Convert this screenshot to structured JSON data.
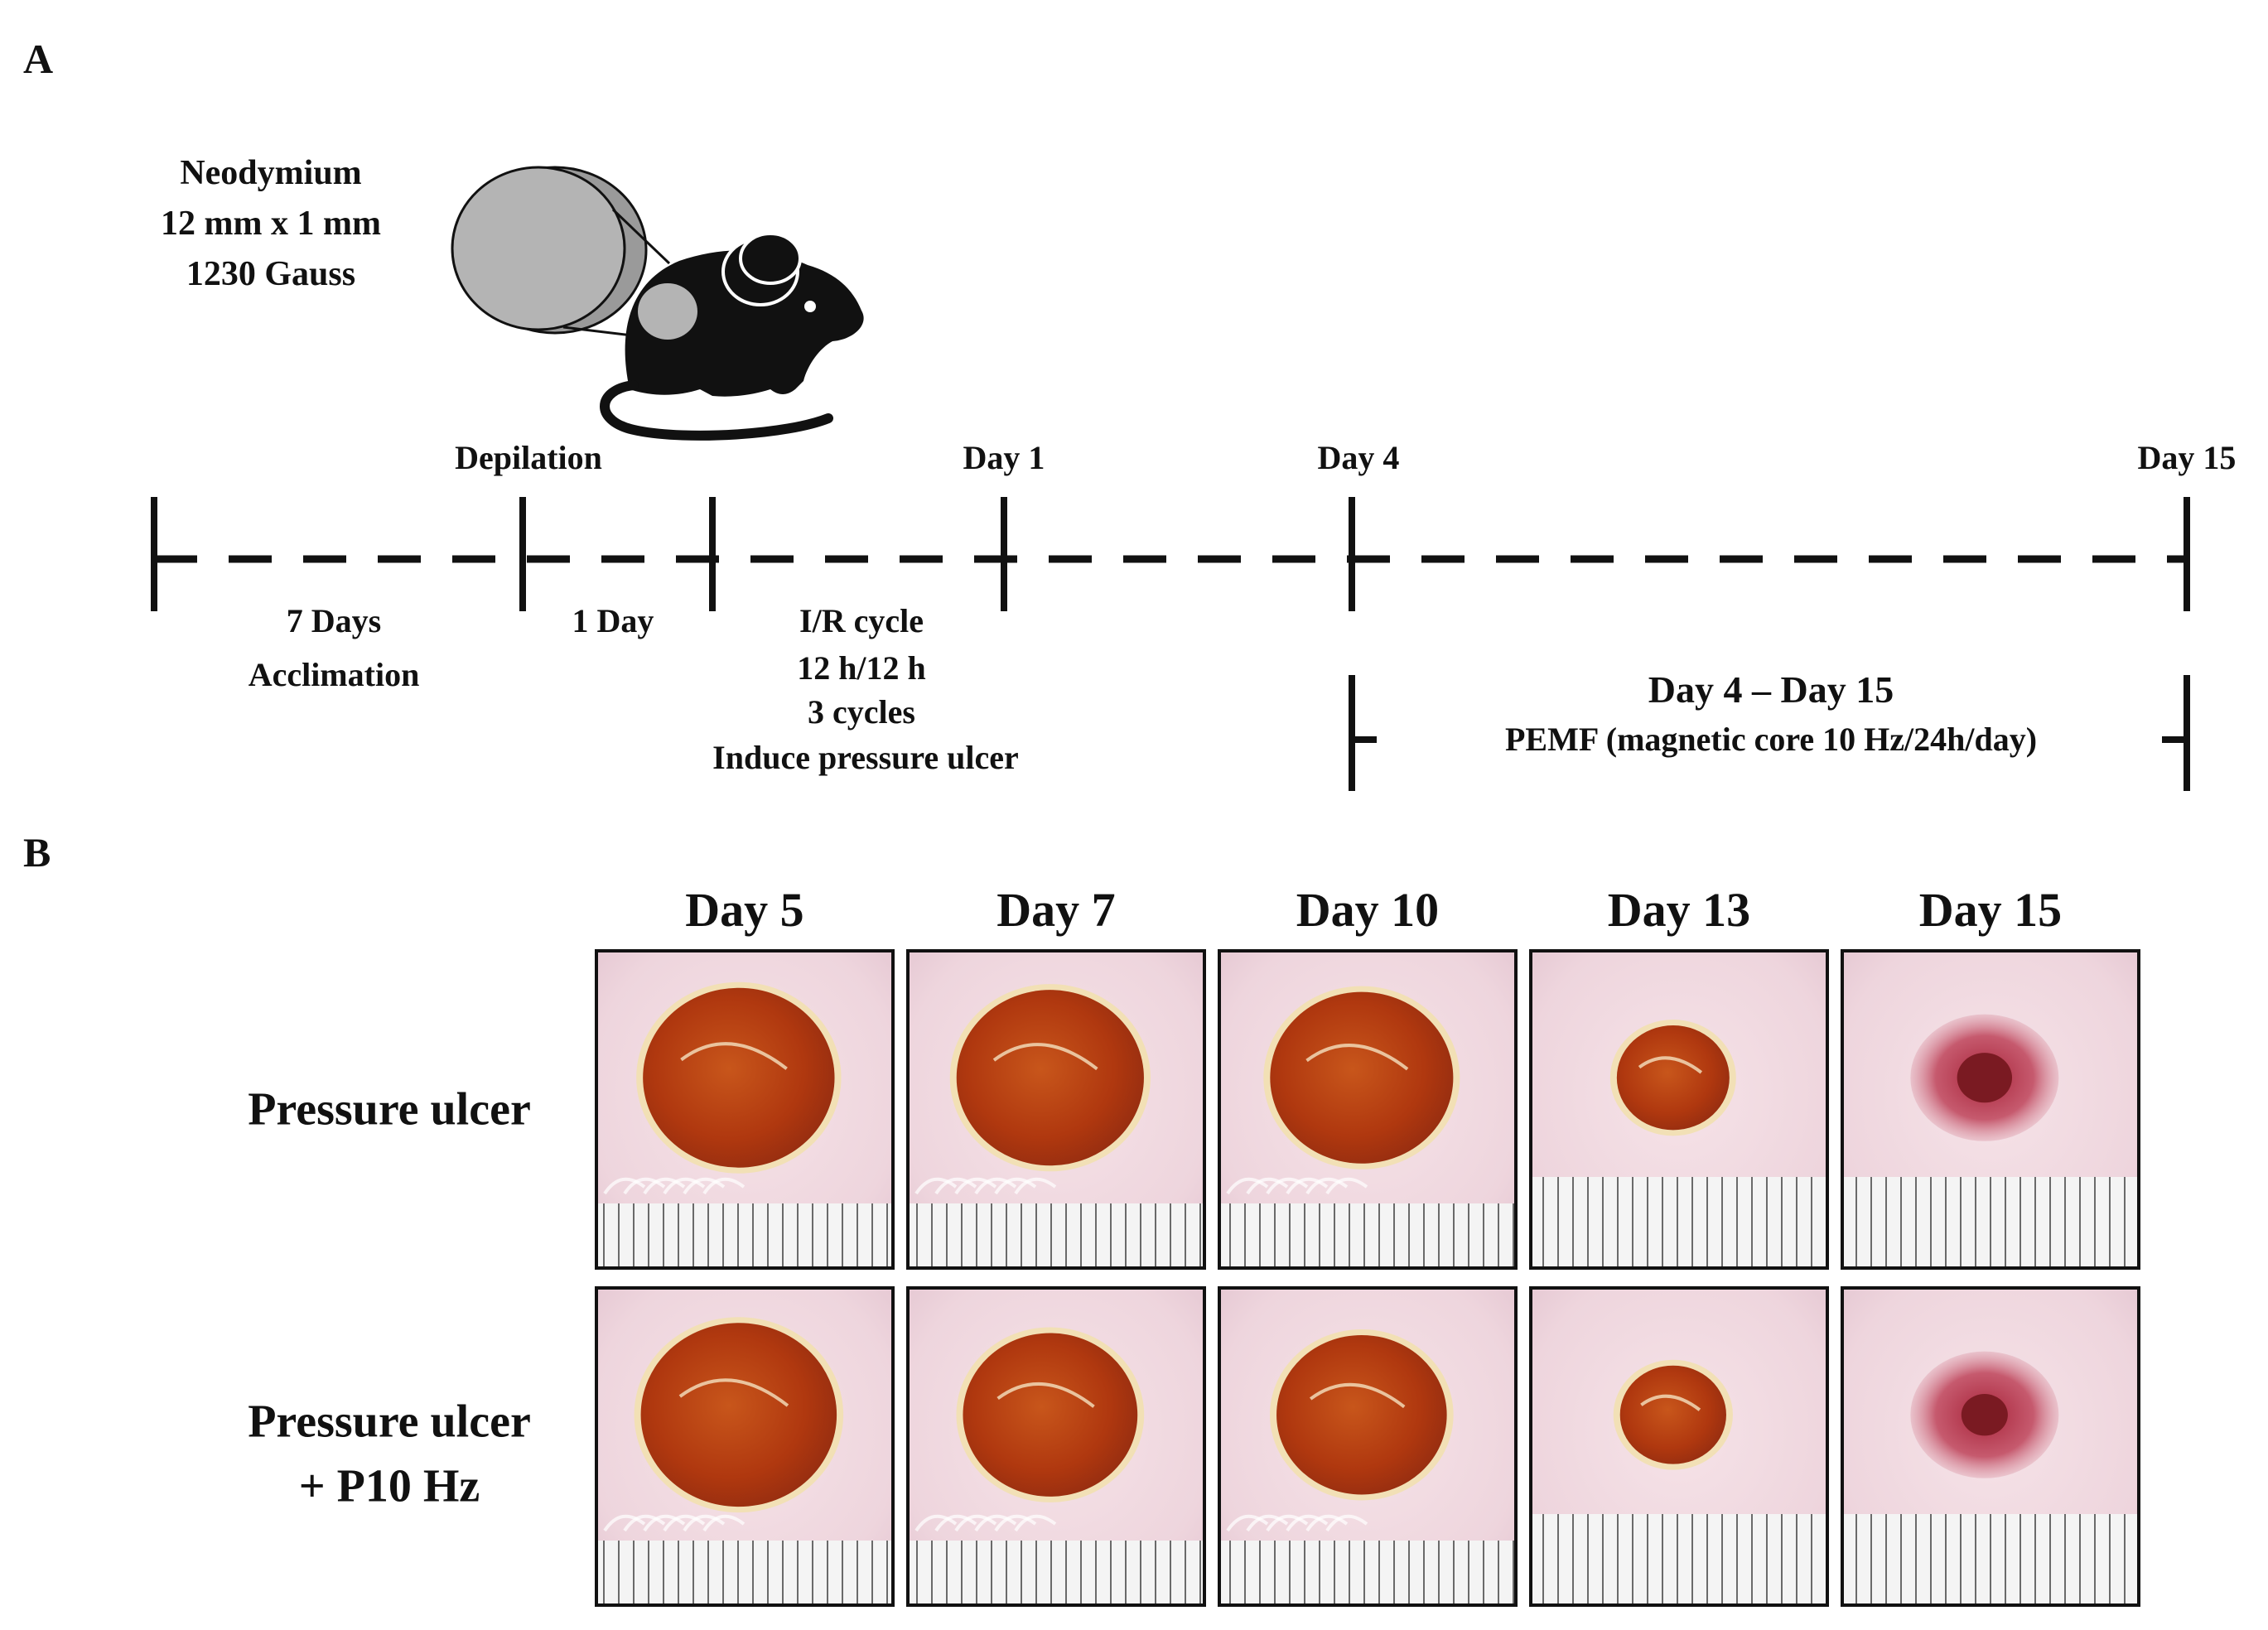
{
  "panel_a": {
    "label": "A",
    "magnet": {
      "line1": "Neodymium",
      "line2": "12 mm x 1 mm",
      "line3": "1230 Gauss"
    },
    "timeline": {
      "top_labels": {
        "depilation": "Depilation",
        "day1": "Day 1",
        "day4": "Day 4",
        "day15": "Day 15"
      },
      "acclimation": {
        "line1": "7 Days",
        "line2": "Acclimation"
      },
      "one_day": "1 Day",
      "ir_cycle": {
        "line1": "I/R cycle",
        "line2": "12 h/12 h",
        "line3": "3 cycles",
        "line4": "Induce pressure ulcer"
      },
      "pemf": {
        "line1": "Day 4 – Day 15",
        "line2": "PEMF (magnetic core 10 Hz/24h/day)"
      }
    }
  },
  "panel_b": {
    "label": "B",
    "days": [
      "Day 5",
      "Day 7",
      "Day 10",
      "Day 13",
      "Day 15"
    ],
    "rows": [
      {
        "line1": "Pressure ulcer",
        "line2": ""
      },
      {
        "line1": "Pressure ulcer",
        "line2": "+ P10 Hz"
      }
    ],
    "wound_size": [
      [
        0.82,
        0.8,
        0.78,
        0.45,
        0.18
      ],
      [
        0.84,
        0.74,
        0.72,
        0.42,
        0.14
      ]
    ]
  },
  "colors": {
    "ink": "#111111",
    "magnet_fill": "#b4b4b4",
    "skin": "#f1dde4",
    "wound": "#b23a12",
    "wound_rim": "#f2e0b0",
    "ruler": "#f4f4f4"
  }
}
